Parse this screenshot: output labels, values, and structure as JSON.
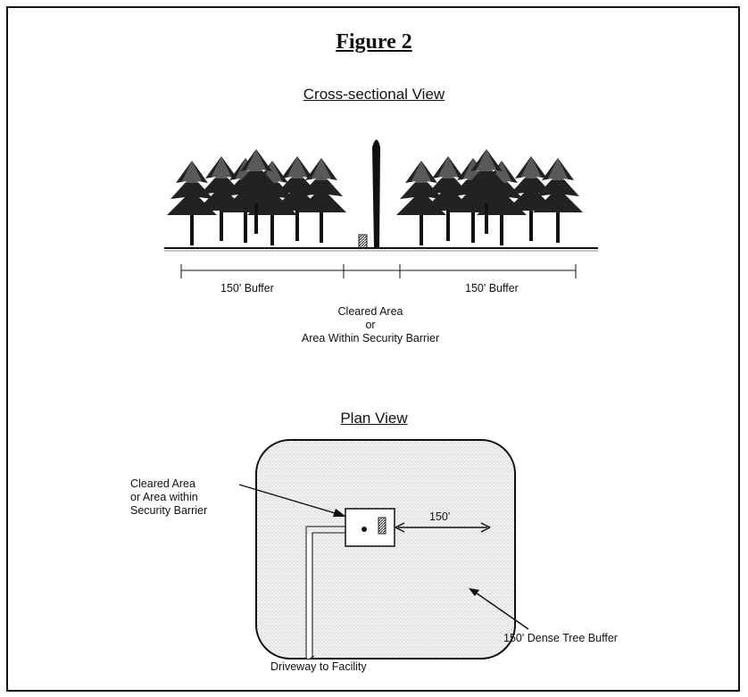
{
  "figure": {
    "title": "Figure 2",
    "cross_section": {
      "heading": "Cross-sectional View",
      "left_buffer_label": "150' Buffer",
      "right_buffer_label": "150' Buffer",
      "center_label_lines": [
        "Cleared Area",
        "or",
        "Area Within Security Barrier"
      ]
    },
    "plan": {
      "heading": "Plan View",
      "cleared_area_lines": [
        "Cleared Area",
        "or Area within",
        "Security Barrier"
      ],
      "distance_label": "150'",
      "tree_buffer_label": "150' Dense Tree Buffer",
      "driveway_label": "Driveway to Facility"
    }
  }
}
